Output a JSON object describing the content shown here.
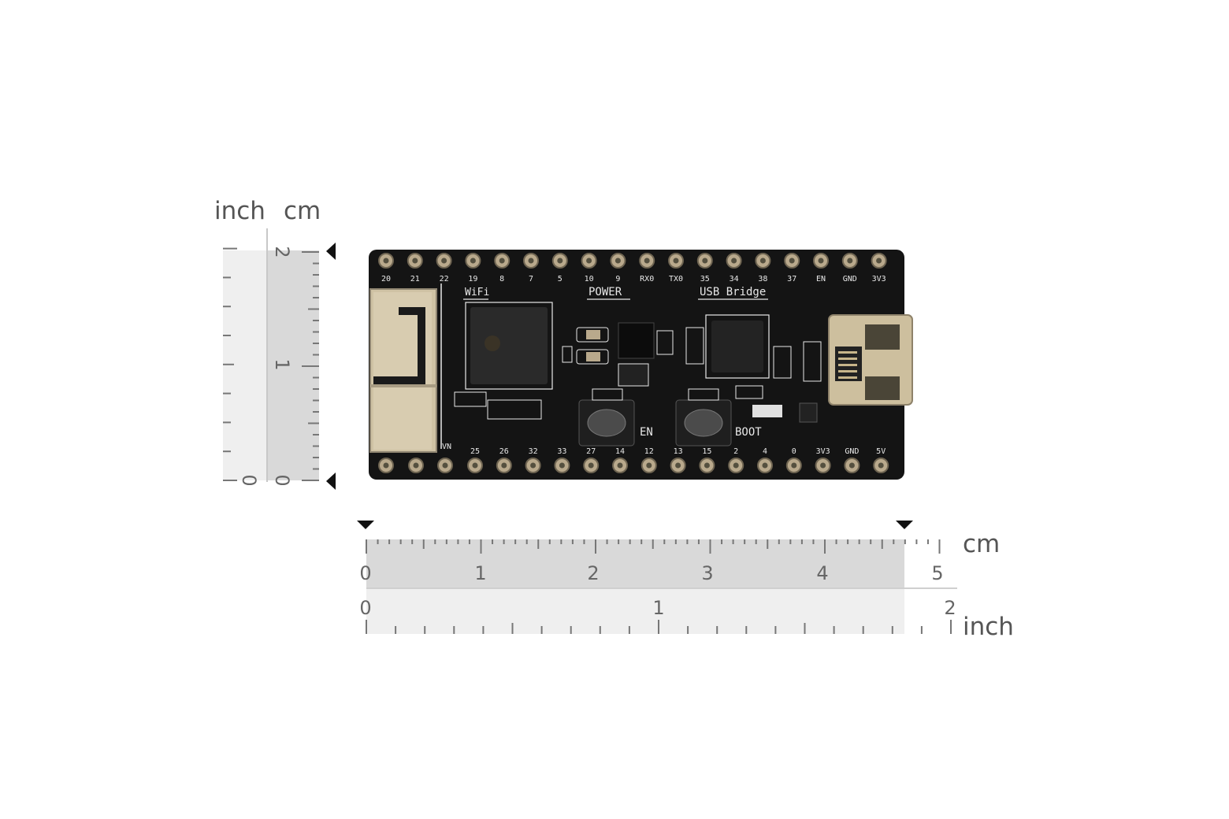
{
  "colors": {
    "pcb": "#141414",
    "silk": "#e8e8e8",
    "pad": "#b9a98c",
    "ruler_dark": "#d9d9d9",
    "ruler_light": "#efefef",
    "tick": "#777777",
    "marker": "#111111"
  },
  "vertical_ruler": {
    "inch_label": "inch",
    "cm_label": "cm",
    "cm_numbers": [
      "2",
      "1",
      "0"
    ],
    "inch_numbers": [
      "0"
    ]
  },
  "horizontal_ruler": {
    "cm_label": "cm",
    "inch_label": "inch",
    "cm_numbers": [
      "0",
      "1",
      "2",
      "3",
      "4",
      "5"
    ],
    "inch_numbers": [
      "0",
      "1",
      "2"
    ]
  },
  "board": {
    "top_pins": [
      "20",
      "21",
      "22",
      "19",
      "8",
      "7",
      "5",
      "10",
      "9",
      "RX0",
      "TX0",
      "35",
      "34",
      "38",
      "37",
      "EN",
      "GND",
      "3V3"
    ],
    "bottom_pins": [
      "25",
      "26",
      "32",
      "33",
      "27",
      "14",
      "12",
      "13",
      "15",
      "2",
      "4",
      "0",
      "3V3",
      "GND",
      "5V"
    ],
    "antenna_pin_label": "VN",
    "section_labels": {
      "wifi": "WiFi",
      "power": "POWER",
      "usb": "USB Bridge"
    },
    "button_labels": {
      "en": "EN",
      "boot": "BOOT"
    }
  }
}
